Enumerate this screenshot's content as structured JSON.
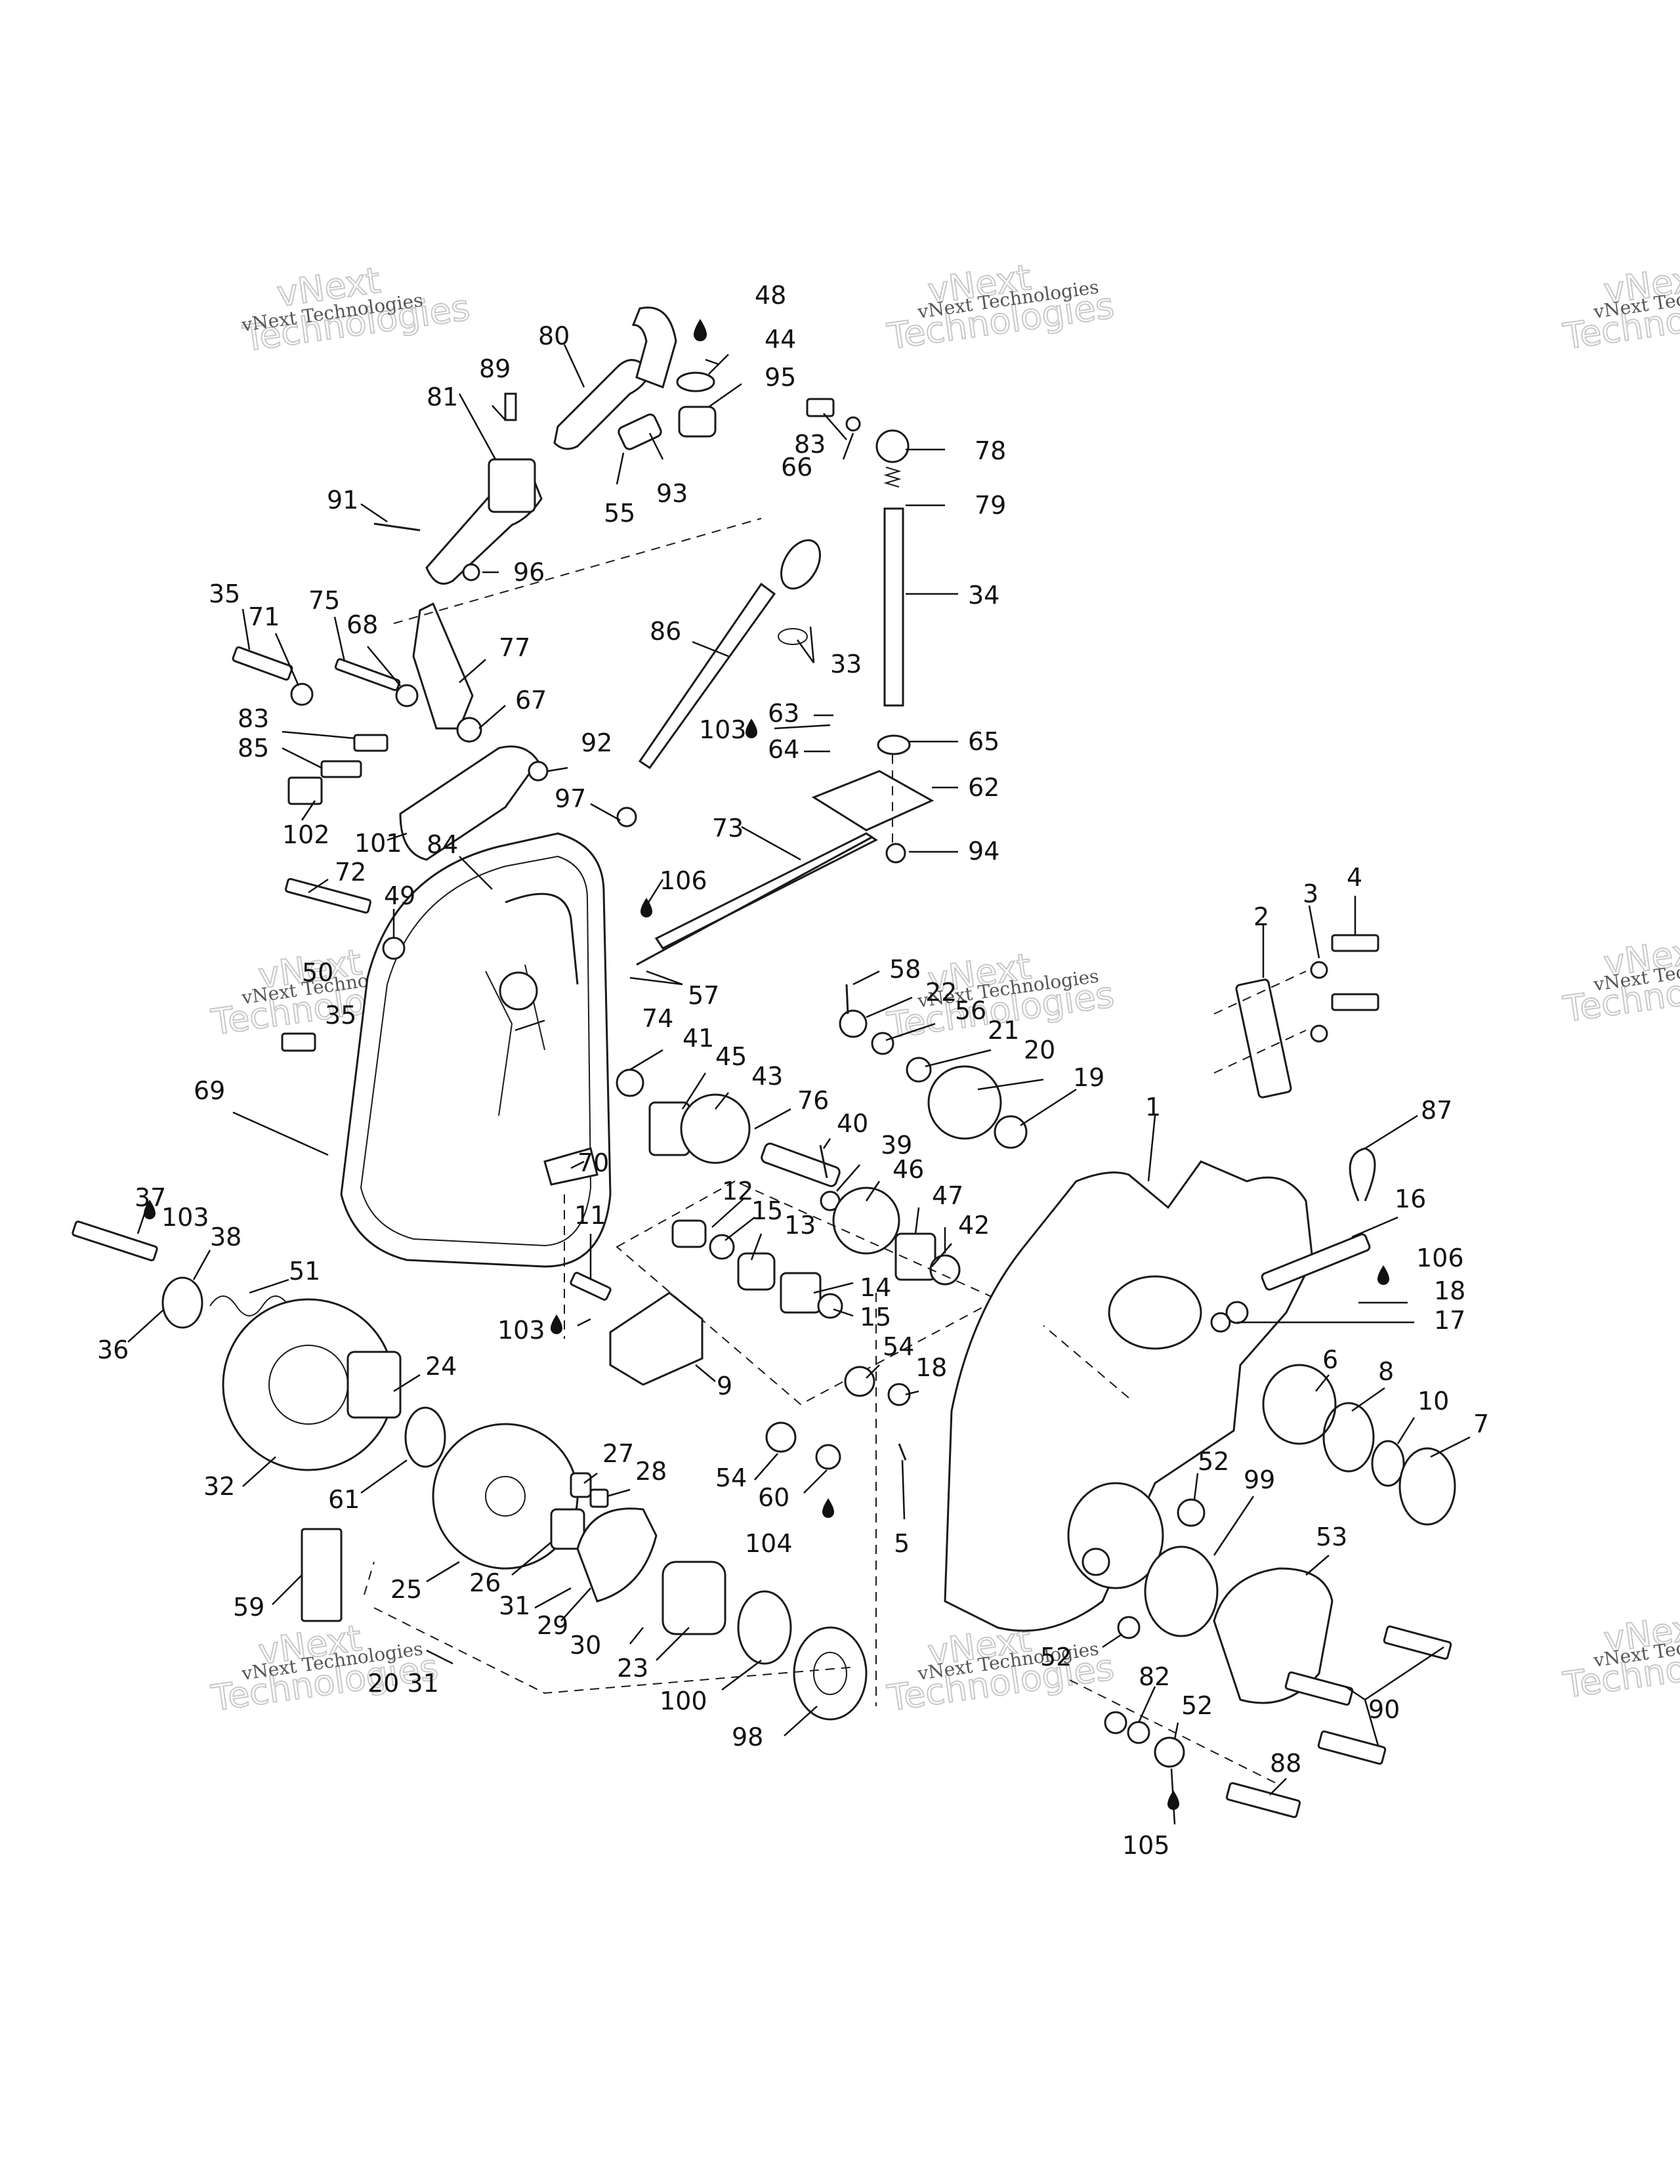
{
  "watermark": {
    "line1": "vNext Technologies",
    "line2": "vNext",
    "line3": "Technologies"
  },
  "callouts": [
    {
      "id": "c48",
      "text": "48"
    },
    {
      "id": "c44",
      "text": "44"
    },
    {
      "id": "c80",
      "text": "80"
    },
    {
      "id": "c95",
      "text": "95"
    },
    {
      "id": "c89",
      "text": "89"
    },
    {
      "id": "c81",
      "text": "81"
    },
    {
      "id": "c83a",
      "text": "83"
    },
    {
      "id": "c66",
      "text": "66"
    },
    {
      "id": "c78",
      "text": "78"
    },
    {
      "id": "c55",
      "text": "55"
    },
    {
      "id": "c93",
      "text": "93"
    },
    {
      "id": "c79",
      "text": "79"
    },
    {
      "id": "c91",
      "text": "91"
    },
    {
      "id": "c96",
      "text": "96"
    },
    {
      "id": "c34",
      "text": "34"
    },
    {
      "id": "c35a",
      "text": "35"
    },
    {
      "id": "c71",
      "text": "71"
    },
    {
      "id": "c75",
      "text": "75"
    },
    {
      "id": "c68",
      "text": "68"
    },
    {
      "id": "c77",
      "text": "77"
    },
    {
      "id": "c86",
      "text": "86"
    },
    {
      "id": "c33",
      "text": "33"
    },
    {
      "id": "c67",
      "text": "67"
    },
    {
      "id": "c83b",
      "text": "83"
    },
    {
      "id": "c63",
      "text": "63"
    },
    {
      "id": "c103a",
      "text": "103"
    },
    {
      "id": "c65",
      "text": "65"
    },
    {
      "id": "c92",
      "text": "92"
    },
    {
      "id": "c85",
      "text": "85"
    },
    {
      "id": "c64",
      "text": "64"
    },
    {
      "id": "c62",
      "text": "62"
    },
    {
      "id": "c97",
      "text": "97"
    },
    {
      "id": "c102",
      "text": "102"
    },
    {
      "id": "c101",
      "text": "101"
    },
    {
      "id": "c84",
      "text": "84"
    },
    {
      "id": "c73",
      "text": "73"
    },
    {
      "id": "c94",
      "text": "94"
    },
    {
      "id": "c72",
      "text": "72"
    },
    {
      "id": "c106a",
      "text": "106"
    },
    {
      "id": "c49",
      "text": "49"
    },
    {
      "id": "c50",
      "text": "50"
    },
    {
      "id": "c57",
      "text": "57"
    },
    {
      "id": "c2",
      "text": "2"
    },
    {
      "id": "c3",
      "text": "3"
    },
    {
      "id": "c4",
      "text": "4"
    },
    {
      "id": "c58",
      "text": "58"
    },
    {
      "id": "c22",
      "text": "22"
    },
    {
      "id": "c56",
      "text": "56"
    },
    {
      "id": "c35b",
      "text": "35"
    },
    {
      "id": "c74",
      "text": "74"
    },
    {
      "id": "c21",
      "text": "21"
    },
    {
      "id": "c20",
      "text": "20"
    },
    {
      "id": "c41",
      "text": "41"
    },
    {
      "id": "c45",
      "text": "45"
    },
    {
      "id": "c43",
      "text": "43"
    },
    {
      "id": "c19",
      "text": "19"
    },
    {
      "id": "c69",
      "text": "69"
    },
    {
      "id": "c76",
      "text": "76"
    },
    {
      "id": "c1",
      "text": "1"
    },
    {
      "id": "c87",
      "text": "87"
    },
    {
      "id": "c40",
      "text": "40"
    },
    {
      "id": "c70",
      "text": "70"
    },
    {
      "id": "c39",
      "text": "39"
    },
    {
      "id": "c46",
      "text": "46"
    },
    {
      "id": "c37",
      "text": "37"
    },
    {
      "id": "c12",
      "text": "12"
    },
    {
      "id": "c47",
      "text": "47"
    },
    {
      "id": "c16",
      "text": "16"
    },
    {
      "id": "c103b",
      "text": "103"
    },
    {
      "id": "c15a",
      "text": "15"
    },
    {
      "id": "c13",
      "text": "13"
    },
    {
      "id": "c42",
      "text": "42"
    },
    {
      "id": "c11",
      "text": "11"
    },
    {
      "id": "c38",
      "text": "38"
    },
    {
      "id": "c106b",
      "text": "106"
    },
    {
      "id": "c18a",
      "text": "18"
    },
    {
      "id": "c51",
      "text": "51"
    },
    {
      "id": "c14",
      "text": "14"
    },
    {
      "id": "c17",
      "text": "17"
    },
    {
      "id": "c36",
      "text": "36"
    },
    {
      "id": "c15b",
      "text": "15"
    },
    {
      "id": "c103c",
      "text": "103"
    },
    {
      "id": "c24",
      "text": "24"
    },
    {
      "id": "c54a",
      "text": "54"
    },
    {
      "id": "c9",
      "text": "9"
    },
    {
      "id": "c6",
      "text": "6"
    },
    {
      "id": "c8",
      "text": "8"
    },
    {
      "id": "c18b",
      "text": "18"
    },
    {
      "id": "c10",
      "text": "10"
    },
    {
      "id": "c7",
      "text": "7"
    },
    {
      "id": "c32",
      "text": "32"
    },
    {
      "id": "c54b",
      "text": "54"
    },
    {
      "id": "c61",
      "text": "61"
    },
    {
      "id": "c27",
      "text": "27"
    },
    {
      "id": "c52a",
      "text": "52"
    },
    {
      "id": "c60",
      "text": "60"
    },
    {
      "id": "c28",
      "text": "28"
    },
    {
      "id": "c99",
      "text": "99"
    },
    {
      "id": "c5",
      "text": "5"
    },
    {
      "id": "c104",
      "text": "104"
    },
    {
      "id": "c53",
      "text": "53"
    },
    {
      "id": "c25",
      "text": "25"
    },
    {
      "id": "c26",
      "text": "26"
    },
    {
      "id": "c59",
      "text": "59"
    },
    {
      "id": "c31",
      "text": "31"
    },
    {
      "id": "c29",
      "text": "29"
    },
    {
      "id": "c30",
      "text": "30"
    },
    {
      "id": "c23",
      "text": "23"
    },
    {
      "id": "c52b",
      "text": "52"
    },
    {
      "id": "c82",
      "text": "82"
    },
    {
      "id": "c90",
      "text": "90"
    },
    {
      "id": "c100",
      "text": "100"
    },
    {
      "id": "c52c",
      "text": "52"
    },
    {
      "id": "c98",
      "text": "98"
    },
    {
      "id": "c88",
      "text": "88"
    },
    {
      "id": "c105",
      "text": "105"
    },
    {
      "id": "c2031",
      "text": "20 31"
    }
  ]
}
